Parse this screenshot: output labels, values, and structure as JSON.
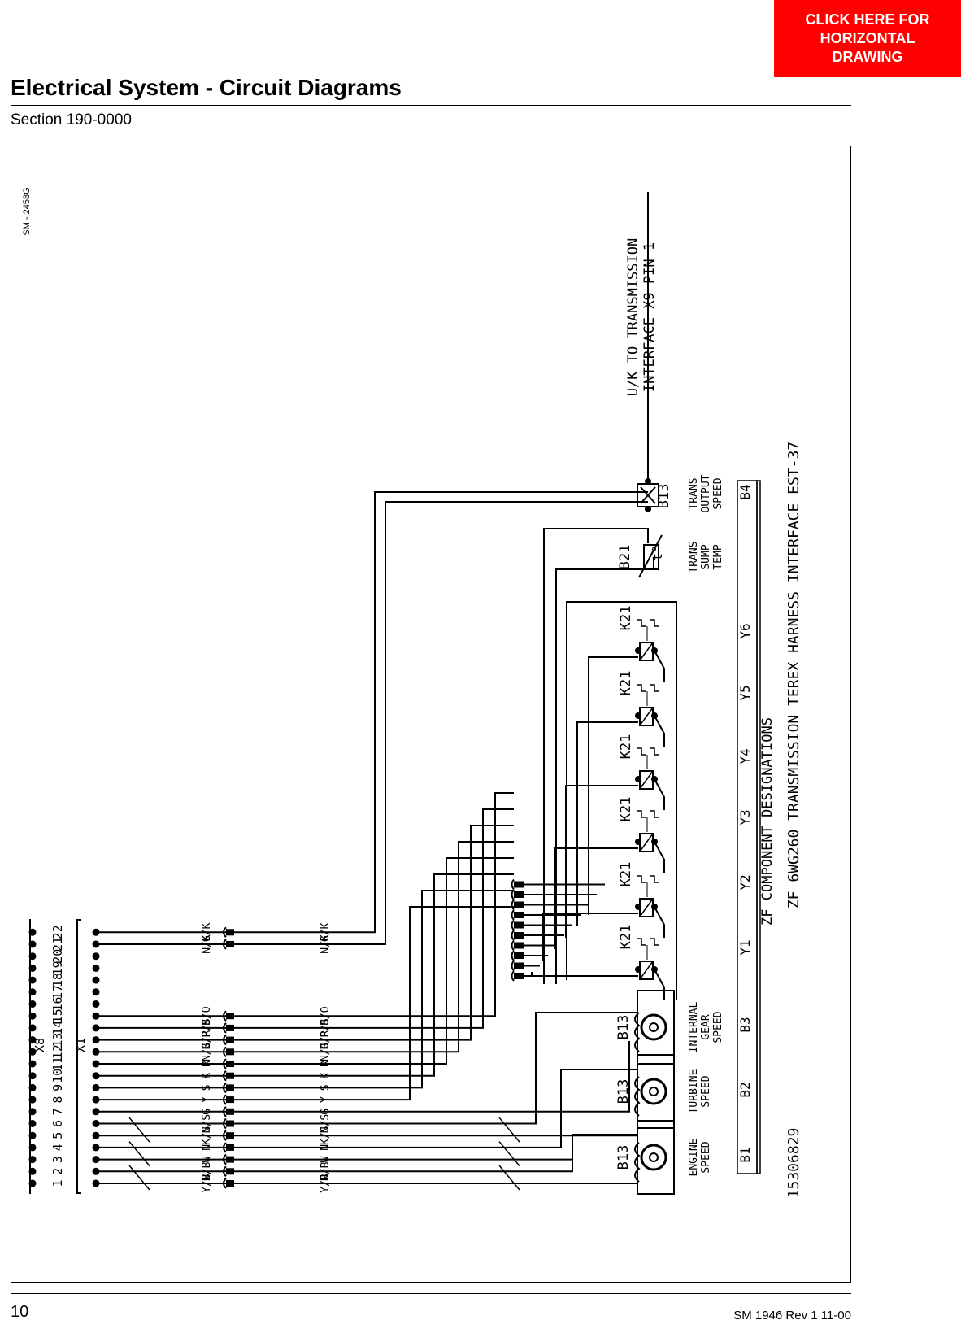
{
  "header": {
    "button_label": "CLICK HERE FOR\nHORIZONTAL\nDRAWING",
    "title": "Electrical System - Circuit Diagrams",
    "section": "Section 190-0000"
  },
  "footer": {
    "page_number": "10",
    "doc_ref": "SM 1946 Rev 1 11-00"
  },
  "diagram": {
    "drawing_id": "SM - 2458G",
    "connector_x8": "X8",
    "connector_x1": "X1",
    "pin_numbers": [
      "1",
      "2",
      "3",
      "4",
      "5",
      "6",
      "7",
      "8",
      "9",
      "10",
      "11",
      "12",
      "13",
      "14",
      "15",
      "16",
      "17",
      "18",
      "19",
      "20",
      "21",
      "22"
    ],
    "wire_labels": [
      "Y/B",
      "N/B",
      "W",
      "N",
      "K/S",
      "N/S",
      "G",
      "Y",
      "S",
      "K",
      "R",
      "N/G",
      "B/R",
      "P/S",
      "B/O",
      "N/K",
      "G/K"
    ],
    "transmission_lead": "U/K TO TRANSMISSION",
    "transmission_lead_2": "INTERFACE X9 PIN 1",
    "components": {
      "b13_a": "B13",
      "b13_b": "B13",
      "b13_c": "B13",
      "b13_d": "B13",
      "b21": "B21",
      "k21": "K21"
    },
    "component_labels": {
      "engine_speed_1": "ENGINE",
      "engine_speed_2": "SPEED",
      "turbine_speed_1": "TURBINE",
      "turbine_speed_2": "SPEED",
      "internal_gear_1": "INTERNAL",
      "internal_gear_2": "GEAR",
      "internal_gear_3": "SPEED",
      "sump_temp_1": "TRANS",
      "sump_temp_2": "SUMP",
      "sump_temp_3": "TEMP",
      "output_speed_1": "TRANS",
      "output_speed_2": "OUTPUT",
      "output_speed_3": "SPEED"
    },
    "designations_title": "ZF COMPONENT DESIGNATIONS",
    "designations": [
      "B1",
      "B2",
      "B3",
      "Y1",
      "Y2",
      "Y3",
      "Y4",
      "Y5",
      "Y6",
      "B4"
    ],
    "harness_title": "ZF 6WG260 TRANSMISSION TEREX HARNESS INTERFACE EST-37",
    "part_number": "15306829"
  }
}
